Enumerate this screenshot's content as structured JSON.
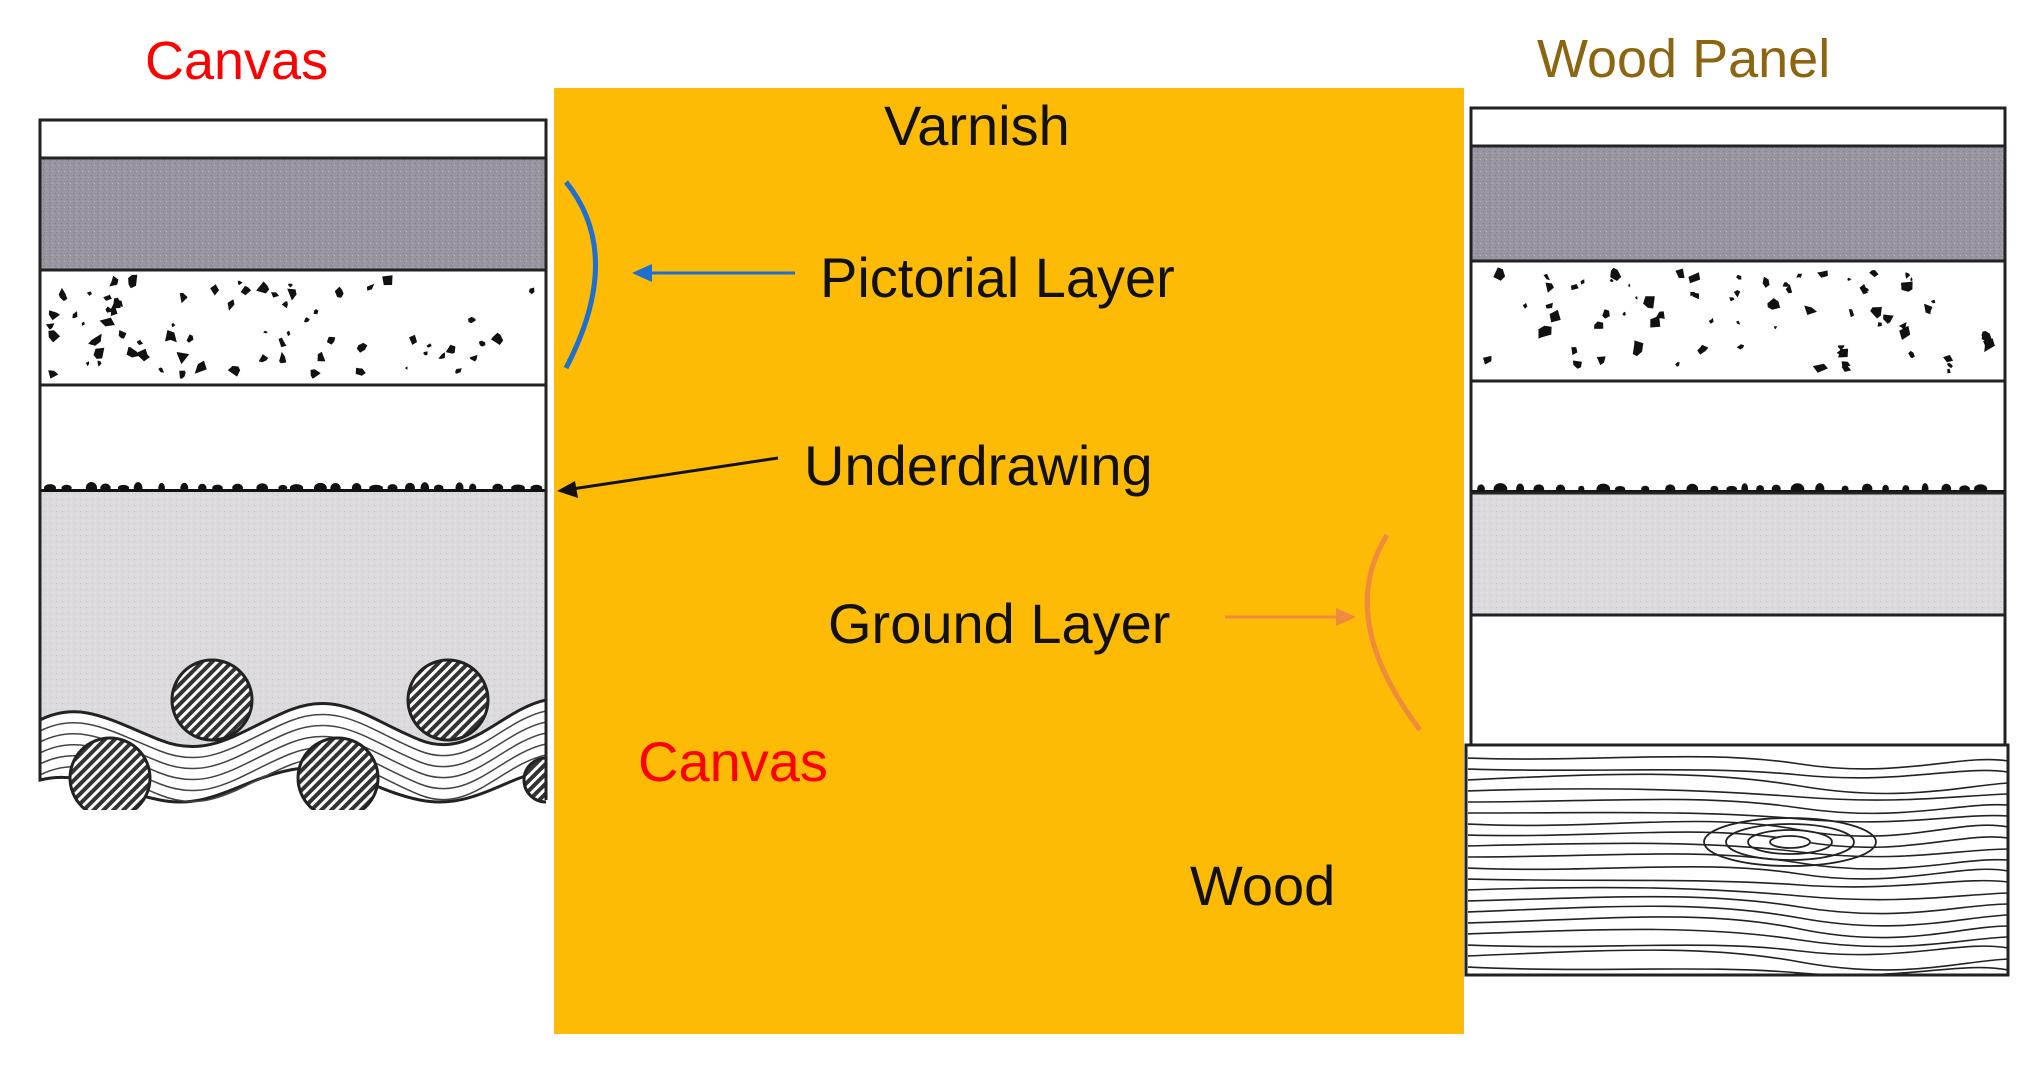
{
  "colors": {
    "panel": "#FDBB05",
    "canvas_title": "#FF0000",
    "wood_title": "#8B6510",
    "pictorial_arrow": "#1E6FD0",
    "ground_arrow": "#F08A3C",
    "underdrawing_arrow": "#111111",
    "paint_layer": "#9a95a0",
    "ground_fill": "#d9d6dc"
  },
  "titles": {
    "canvas": "Canvas",
    "wood_panel": "Wood Panel"
  },
  "labels": {
    "varnish": "Varnish",
    "pictorial_layer": "Pictorial Layer",
    "underdrawing": "Underdrawing",
    "ground_layer": "Ground Layer",
    "canvas": "Canvas",
    "wood": "Wood"
  },
  "icons": {
    "pictorial_bracket": "curly-bracket-icon",
    "ground_bracket": "curly-bracket-icon",
    "arrows": "arrow-left-icon"
  }
}
